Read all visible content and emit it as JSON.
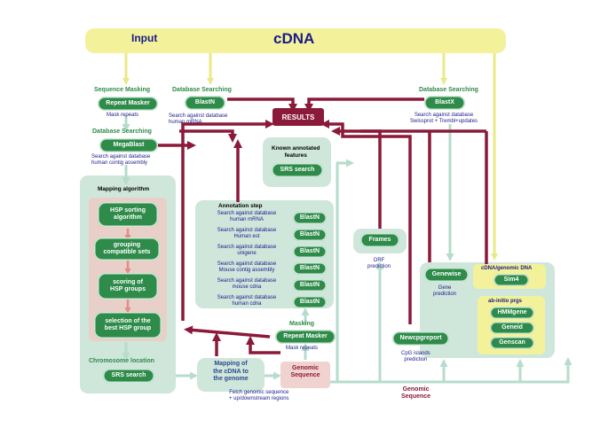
{
  "header": {
    "input_label": "Input",
    "cdna_label": "cDNA"
  },
  "left": {
    "seq_masking_title": "Sequence Masking",
    "repeat_masker_top": "Repeat Masker",
    "mask_repeats_top": "Mask repeats",
    "db_search_left_title": "Database Searching",
    "megablast": "MegaBlast",
    "megablast_desc": [
      "Search against database",
      "human contig assembly"
    ],
    "mapping_title": "Mapping algorithm",
    "hsp_sorting": [
      "HSP sorting",
      "algorithm"
    ],
    "grouping": [
      "grouping",
      "compatible sets"
    ],
    "scoring": [
      "scoring of",
      "HSP groups"
    ],
    "selection": [
      "selection of the",
      "best HSP group"
    ],
    "chromosome_location": "Chromosome location",
    "srs_left": "SRS search"
  },
  "mid": {
    "db_search_mid_title": "Database Searching",
    "blastn_top": "BlastN",
    "blastn_top_desc": [
      "Search against database",
      "human mRNA"
    ],
    "results": "RESULTS",
    "known_title": [
      "Known annotated",
      "features"
    ],
    "srs_mid": "SRS search",
    "annotation_step": "Annotation step",
    "annotation_rows": [
      {
        "desc": [
          "Search against database",
          "human mRNA"
        ],
        "btn": "BlastN"
      },
      {
        "desc": [
          "Search against database",
          "Human est"
        ],
        "btn": "BlastN"
      },
      {
        "desc": [
          "Search against database",
          "unigene"
        ],
        "btn": "BlastN"
      },
      {
        "desc": [
          "Search against database",
          "Mouse  contig assembly"
        ],
        "btn": "BlastN"
      },
      {
        "desc": [
          "Search against database",
          "mouse cdna"
        ],
        "btn": "BlastN"
      },
      {
        "desc": [
          "Search against database",
          "human cdna"
        ],
        "btn": "BlastN"
      }
    ],
    "masking_title": "Masking",
    "repeat_masker_mid": "Repeat Masker",
    "mask_repeats_mid": "Mask repeats",
    "mapping_cdna": [
      "Mapping of",
      "the cDNA to",
      "the genome"
    ],
    "genomic_sequence_box": [
      "Genomic",
      "Sequence"
    ],
    "fetch_text": [
      "Fetch genomic sequence",
      "+ up/downstream regions"
    ]
  },
  "right": {
    "db_search_right_title": "Database Searching",
    "blastx": "BlastX",
    "blastx_desc": [
      "Search against database",
      "Swissprot + Trembl+updates"
    ],
    "frames": "Frames",
    "orf_prediction": [
      "ORF",
      "prediction"
    ],
    "genewise": "Genewise",
    "gene_prediction": [
      "Gene",
      "prediction"
    ],
    "cdna_genomic_title": "cDNA/genomic DNA",
    "sim4": "Sim4",
    "ab_initio_title": "ab-initio prgs",
    "hmmgene": "HMMgene",
    "geneid": "Geneid",
    "genscan": "Genscan",
    "newcpgreport": "Newcpgreport",
    "cpg_prediction": [
      "CpG islands",
      "prediction"
    ],
    "genomic_sequence_label": [
      "Genomic",
      "Sequence"
    ]
  },
  "colors": {
    "green": "#2e8b4a",
    "light_green": "#cfe6db",
    "yellow": "#f3f29a",
    "maroon": "#8b1a3a",
    "pink": "#f0d3cf",
    "navy": "#1a1a8c",
    "arrow_pink": "#e58a86"
  }
}
